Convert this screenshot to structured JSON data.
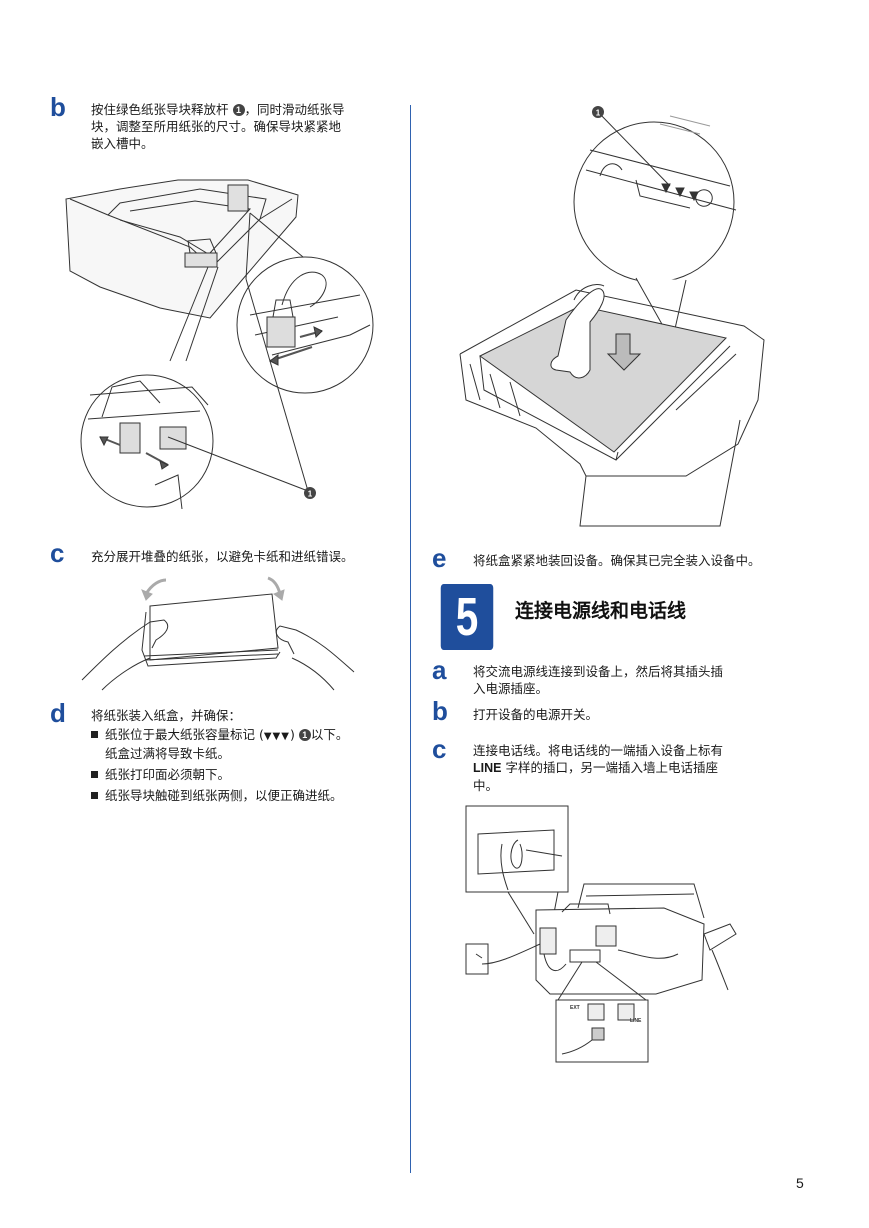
{
  "steps": {
    "b1": {
      "letter": "b",
      "text": [
        "按住绿色纸张导块释放杆",
        "，同时滑动纸张导",
        "块，调整至所用纸张的尺寸。确保导块紧紧地",
        "嵌入槽中。"
      ]
    },
    "c1": {
      "letter": "c",
      "text": "充分展开堆叠的纸张，以避免卡纸和进纸错误。"
    },
    "d1": {
      "letter": "d",
      "intro": "将纸张装入纸盒，并确保：",
      "bullets": [
        {
          "pre": "纸张位于最大纸张容量标记 (",
          "marks": "▼▼▼",
          "post": ")",
          "post2": "以下。",
          "cont": "纸盒过满将导致卡纸。"
        },
        {
          "text": "纸张打印面必须朝下。"
        },
        {
          "text": "纸张导块触碰到纸张两侧，以便正确进纸。"
        }
      ]
    },
    "e1": {
      "letter": "e",
      "text": "将纸盒紧紧地装回设备。确保其已完全装入设备中。"
    },
    "a2": {
      "letter": "a",
      "text": [
        "将交流电源线连接到设备上，然后将其插头插",
        "入电源插座。"
      ]
    },
    "b2": {
      "letter": "b",
      "text": "打开设备的电源开关。"
    },
    "c2": {
      "letter": "c",
      "line1": "连接电话线。将电话线的一端插入设备上标有",
      "line_bold": "LINE",
      "line2": " 字样的插口，另一端插入墙上电话插座",
      "line3": "中。"
    }
  },
  "section": {
    "number": "5",
    "title": "连接电源线和电话线"
  },
  "callout_number": "1",
  "figure_labels": {
    "ext": "EXT",
    "line": "LINE"
  },
  "page_number": "5",
  "colors": {
    "accent": "#1f4e9c",
    "divider": "#2f62b0"
  }
}
